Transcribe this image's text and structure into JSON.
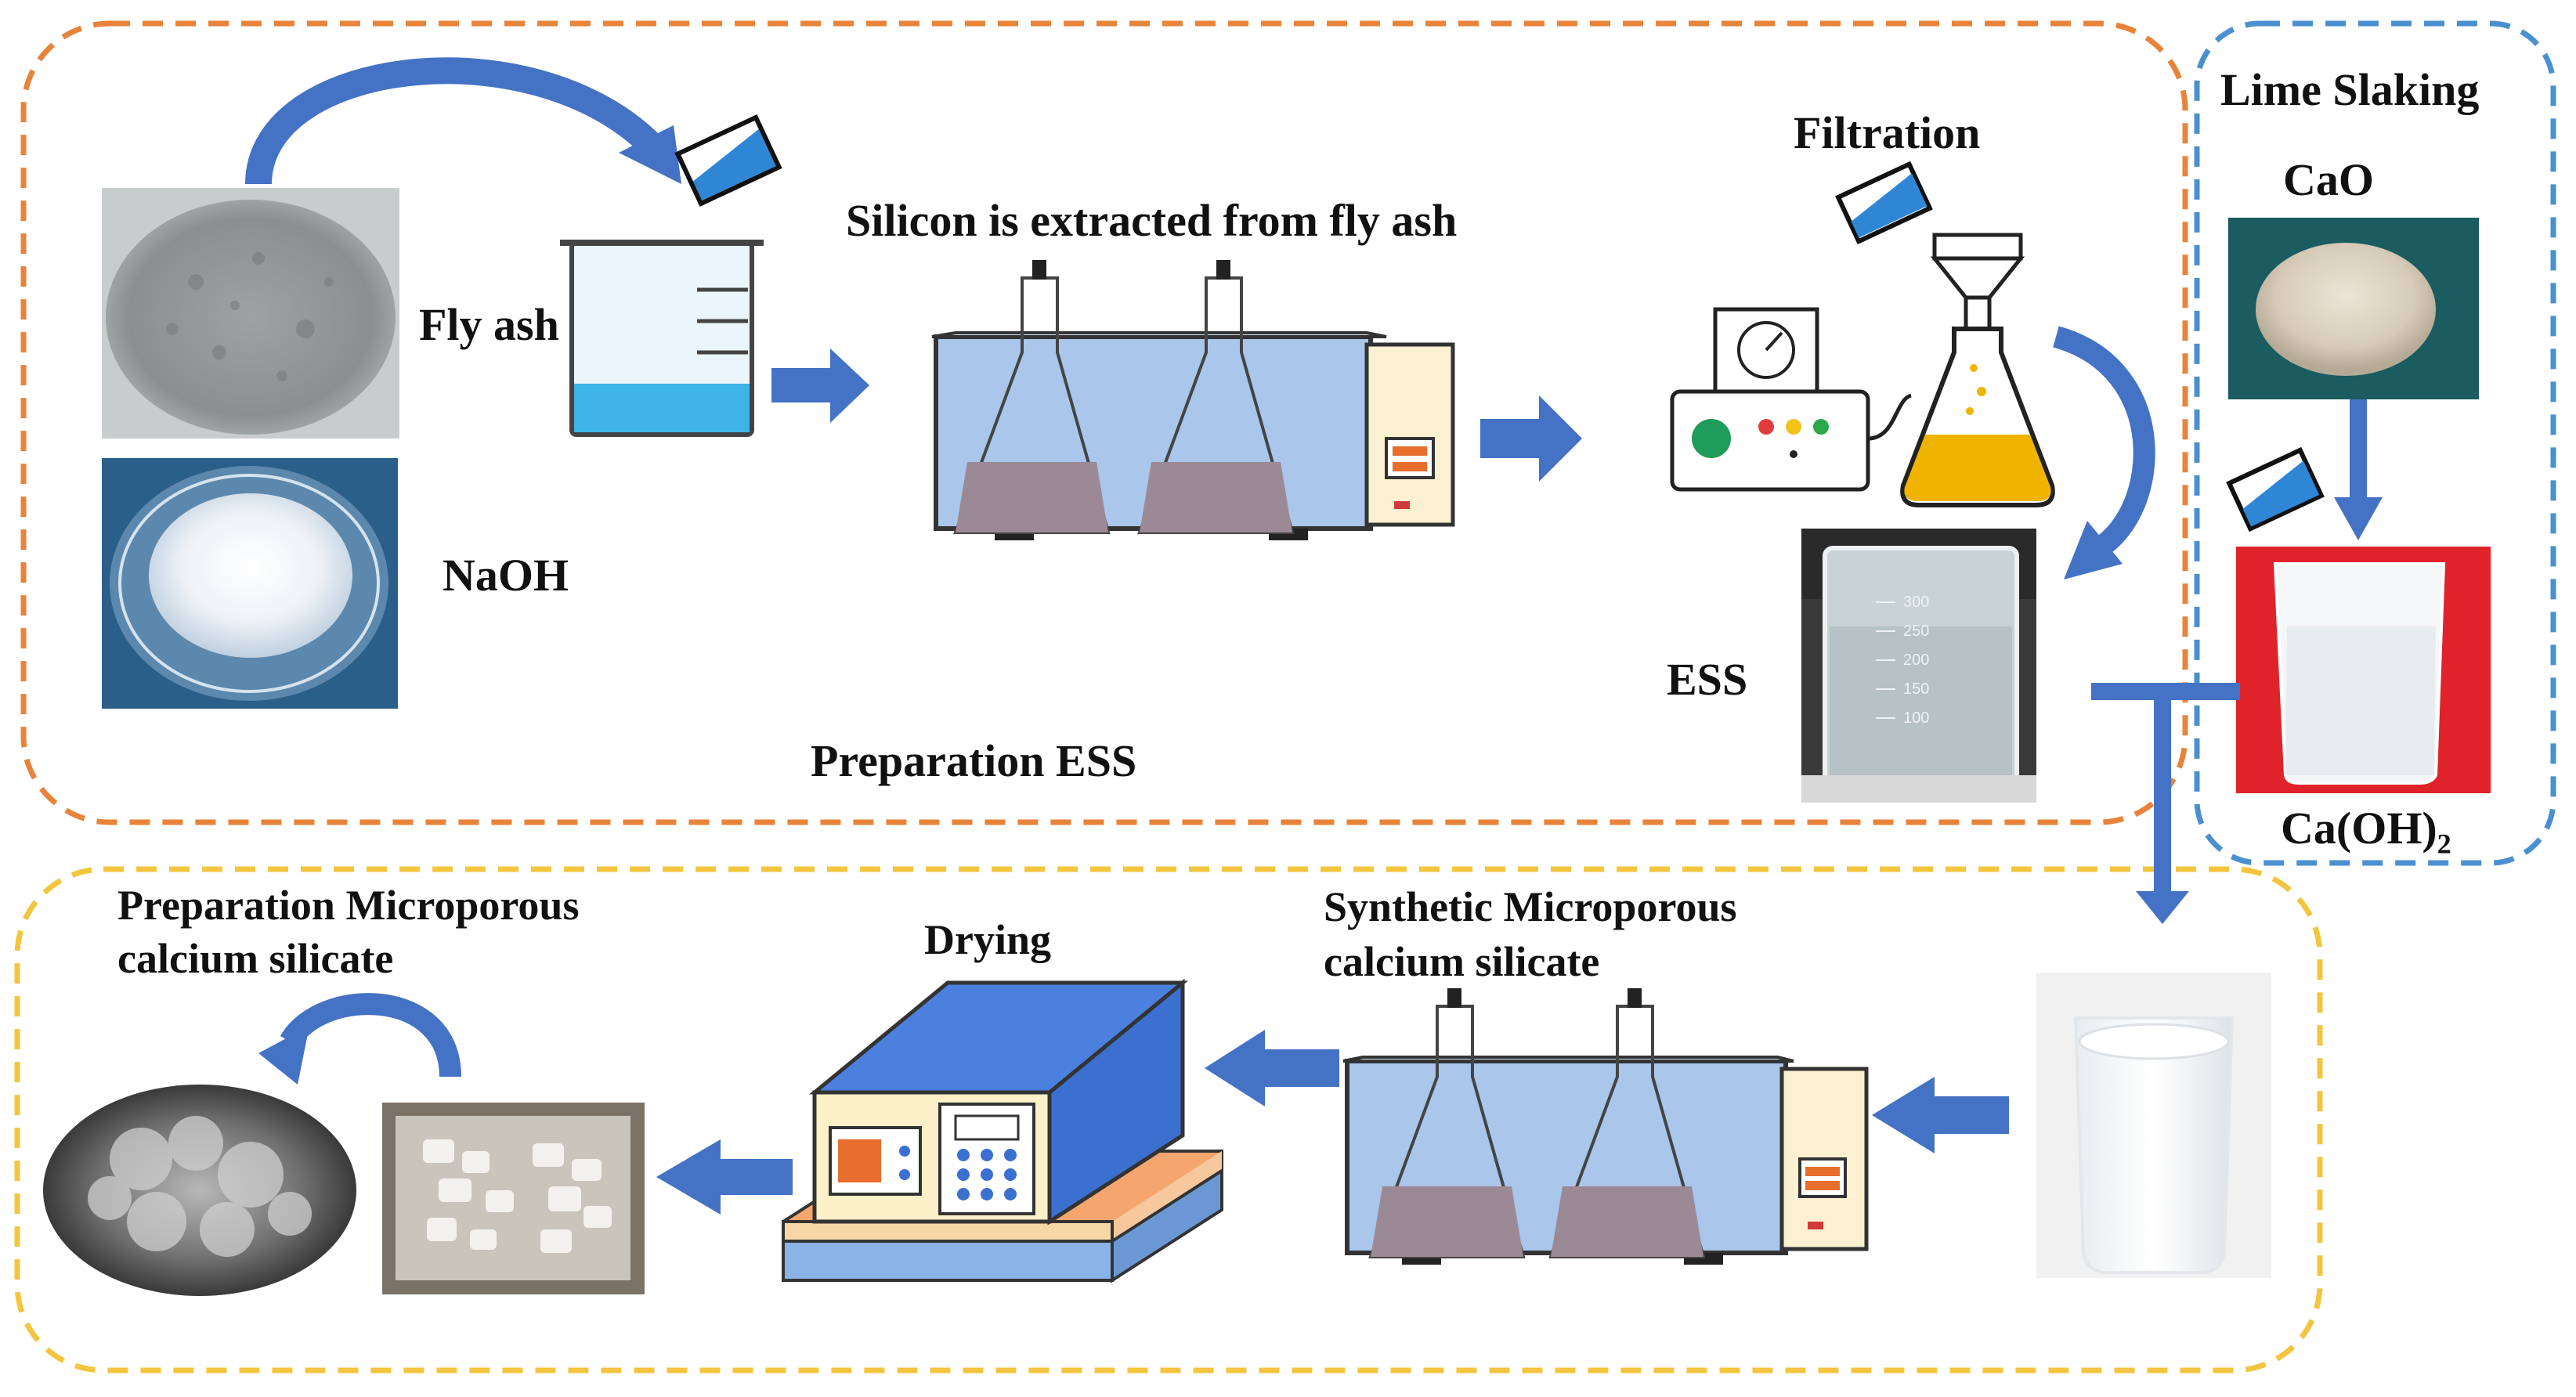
{
  "labels": {
    "fly_ash": "Fly ash",
    "naoh": "NaOH",
    "silicon_extracted": "Silicon is extracted from fly ash",
    "filtration": "Filtration",
    "ess": "ESS",
    "preparation_ess": "Preparation ESS",
    "lime_slaking": "Lime Slaking",
    "cao": "CaO",
    "caoh2_main": "Ca(OH)",
    "caoh2_sub": "2",
    "synthetic_line1": "Synthetic Microporous",
    "synthetic_line2": "calcium silicate",
    "drying": "Drying",
    "prep_micro_line1": "Preparation Microporous",
    "prep_micro_line2": "calcium silicate"
  },
  "beaker_scale": [
    "300",
    "250",
    "200",
    "150",
    "100"
  ],
  "colors": {
    "orange_border": "#e8833a",
    "blue_border": "#4a90d0",
    "yellow_border": "#f3c53f",
    "arrow_blue": "#4472c4",
    "red_bg": "#e0232a",
    "teal_bg": "#1a5c60",
    "naoh_bg": "#2a5f8a",
    "filtrate_yellow": "#f0b400",
    "bath_blue": "#aac6ea"
  }
}
